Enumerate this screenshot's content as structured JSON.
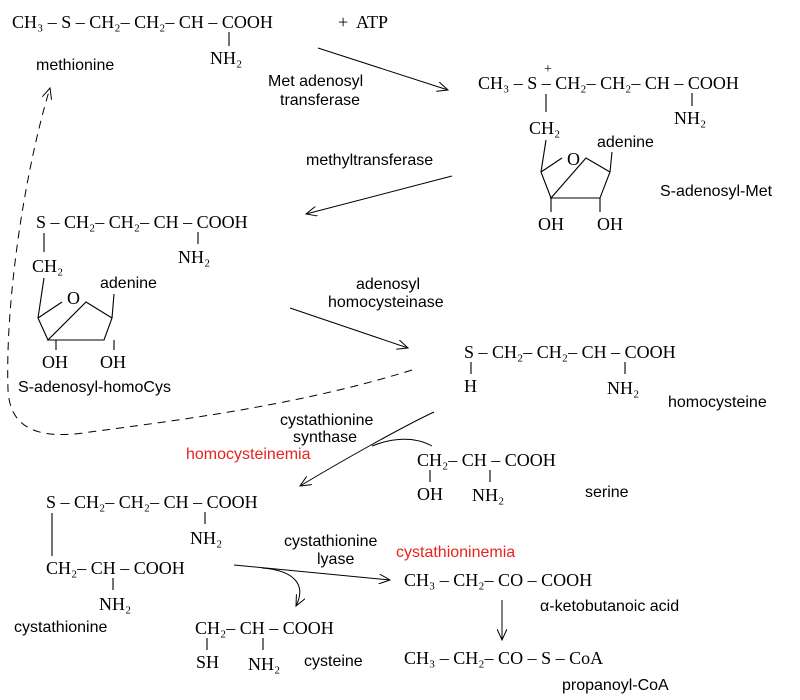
{
  "labels": {
    "methionine": "methionine",
    "sam": "S-adenosyl-Met",
    "sah": "S-adenosyl-homoCys",
    "homocysteine": "homocysteine",
    "serine": "serine",
    "cystathionine": "cystathionine",
    "cysteine": "cysteine",
    "ketobutanoic": "α-ketobutanoic acid",
    "propanoyl_coa": "propanoyl-CoA"
  },
  "enzymes": {
    "met_adenosyl_1": "Met adenosyl",
    "met_adenosyl_2": "transferase",
    "methyltransferase": "methyltransferase",
    "adenosyl_homocysteinase_1": "adenosyl",
    "adenosyl_homocysteinase_2": "homocysteinase",
    "cystathionine_synthase_1": "cystathionine",
    "cystathionine_synthase_2": "synthase",
    "cystathionine_lyase_1": "cystathionine",
    "cystathionine_lyase_2": "lyase"
  },
  "diseases": {
    "homocysteinemia": "homocysteinemia",
    "cystathioninemia": "cystathioninemia"
  },
  "formulas": {
    "met_chain": "CH₃ – S – CH₂– CH₂– CH – COOH",
    "plus": "+",
    "atp": "ATP",
    "nh2": "NH₂",
    "sam_chain": "CH₃ – S – CH₂– CH₂– CH – COOH",
    "plus_charge": "+",
    "ch2": "CH₂",
    "o": "O",
    "adenine": "adenine",
    "oh": "OH",
    "sah_chain": "S – CH₂– CH₂– CH – COOH",
    "hcy_chain": "S – CH₂– CH₂– CH – COOH",
    "h": "H",
    "serine_top": "CH₂– CH – COOH",
    "cysta_top": "S – CH₂– CH₂– CH – COOH",
    "cysta_bottom": "CH₂– CH – COOH",
    "cysteine_top": "CH₂– CH – COOH",
    "sh": "SH",
    "keto": "CH₃ – CH₂– CO – COOH",
    "propanoyl": "CH₃ – CH₂– CO – S – CoA"
  },
  "colors": {
    "disease": "#e8231c",
    "ink": "#000000"
  }
}
